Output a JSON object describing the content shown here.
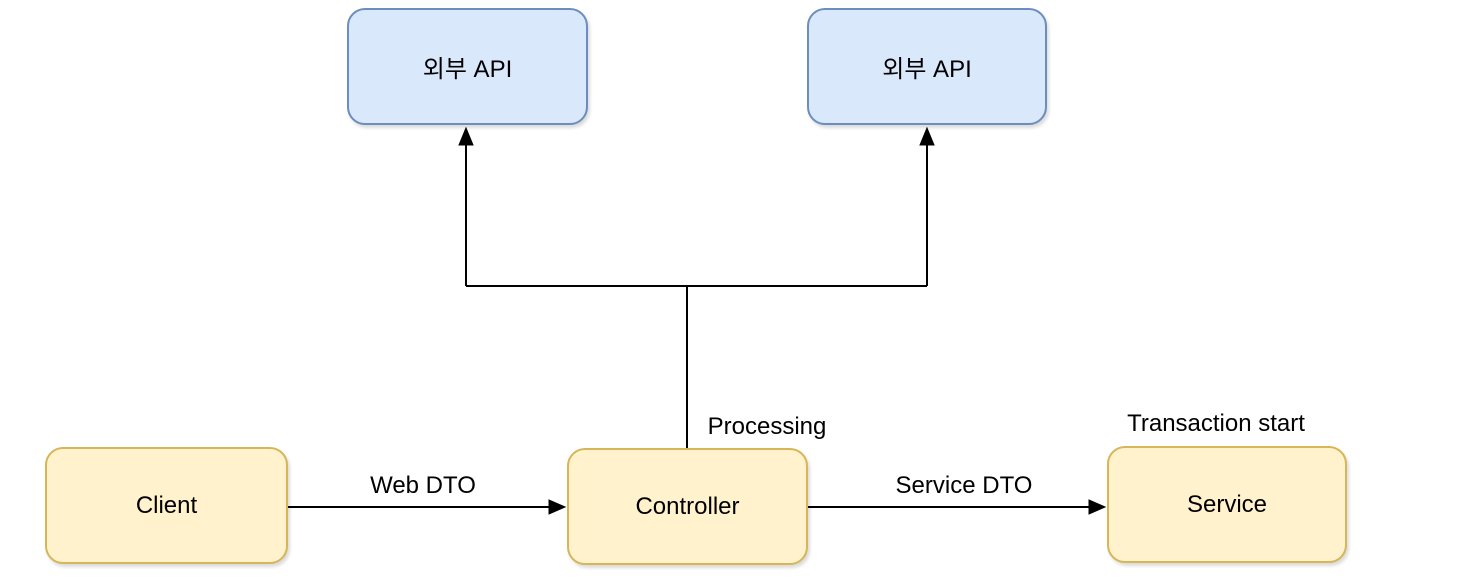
{
  "diagram": {
    "nodes": {
      "ext_api_1": {
        "label": "외부 API"
      },
      "ext_api_2": {
        "label": "외부 API"
      },
      "client": {
        "label": "Client"
      },
      "controller": {
        "label": "Controller"
      },
      "service": {
        "label": "Service"
      }
    },
    "edges": {
      "client_to_controller": {
        "label": "Web DTO"
      },
      "controller_to_service": {
        "label": "Service DTO"
      },
      "controller_to_apis": {
        "label": "Processing"
      }
    },
    "annotations": {
      "transaction_start": {
        "label": "Transaction start"
      }
    },
    "colors": {
      "api_fill": "#dae8fc",
      "api_border": "#6c8ebf",
      "component_fill": "#fff2cc",
      "component_border": "#d6b656",
      "edge": "#000000",
      "label_text": "#000000"
    }
  }
}
